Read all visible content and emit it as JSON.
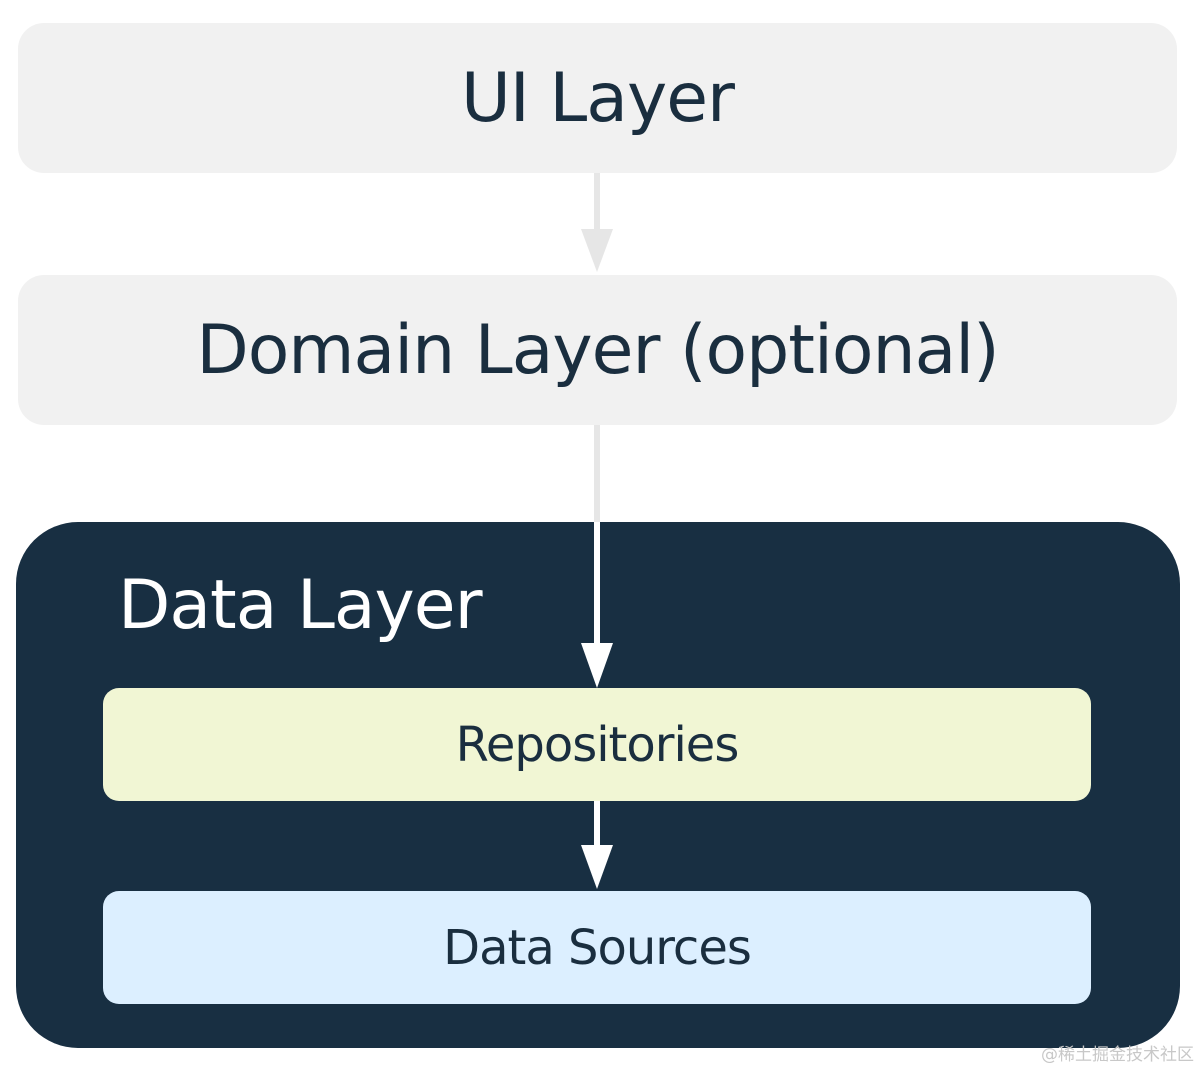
{
  "layers": {
    "ui": "UI Layer",
    "domain": "Domain Layer (optional)",
    "data": "Data Layer",
    "repositories": "Repositories",
    "data_sources": "Data Sources"
  },
  "watermark": "@稀土掘金技术社区",
  "colors": {
    "light_layer_bg": "#f1f1f1",
    "data_layer_bg": "#182f42",
    "repositories_bg": "#f1f6d4",
    "data_sources_bg": "#dcefff",
    "text_dark": "#1a2e3f",
    "arrow_light": "#e6e6e6",
    "arrow_white": "#ffffff"
  }
}
